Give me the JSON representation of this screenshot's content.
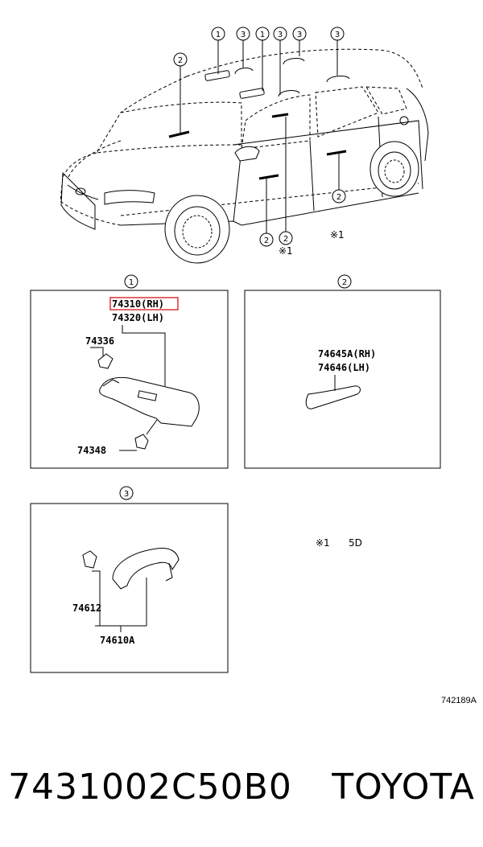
{
  "callouts": {
    "c1": "1",
    "c2": "2",
    "c3": "3"
  },
  "notes": {
    "mark": "※1",
    "legend_mark": "※1",
    "legend_text": "5D"
  },
  "panel1": {
    "title": "1",
    "parts": {
      "rh": "74310(RH)",
      "lh": "74320(LH)",
      "holder": "74336",
      "clip": "74348"
    },
    "highlight_color": "#e0303a"
  },
  "panel2": {
    "title": "2",
    "parts": {
      "rh": "74645A(RH)",
      "lh": "74646(LH)"
    }
  },
  "panel3": {
    "title": "3",
    "parts": {
      "cover": "74612",
      "grip": "74610A"
    }
  },
  "reference_code": "742189A",
  "footer": {
    "part_number": "7431002C50B0",
    "brand": "TOYOTA"
  }
}
